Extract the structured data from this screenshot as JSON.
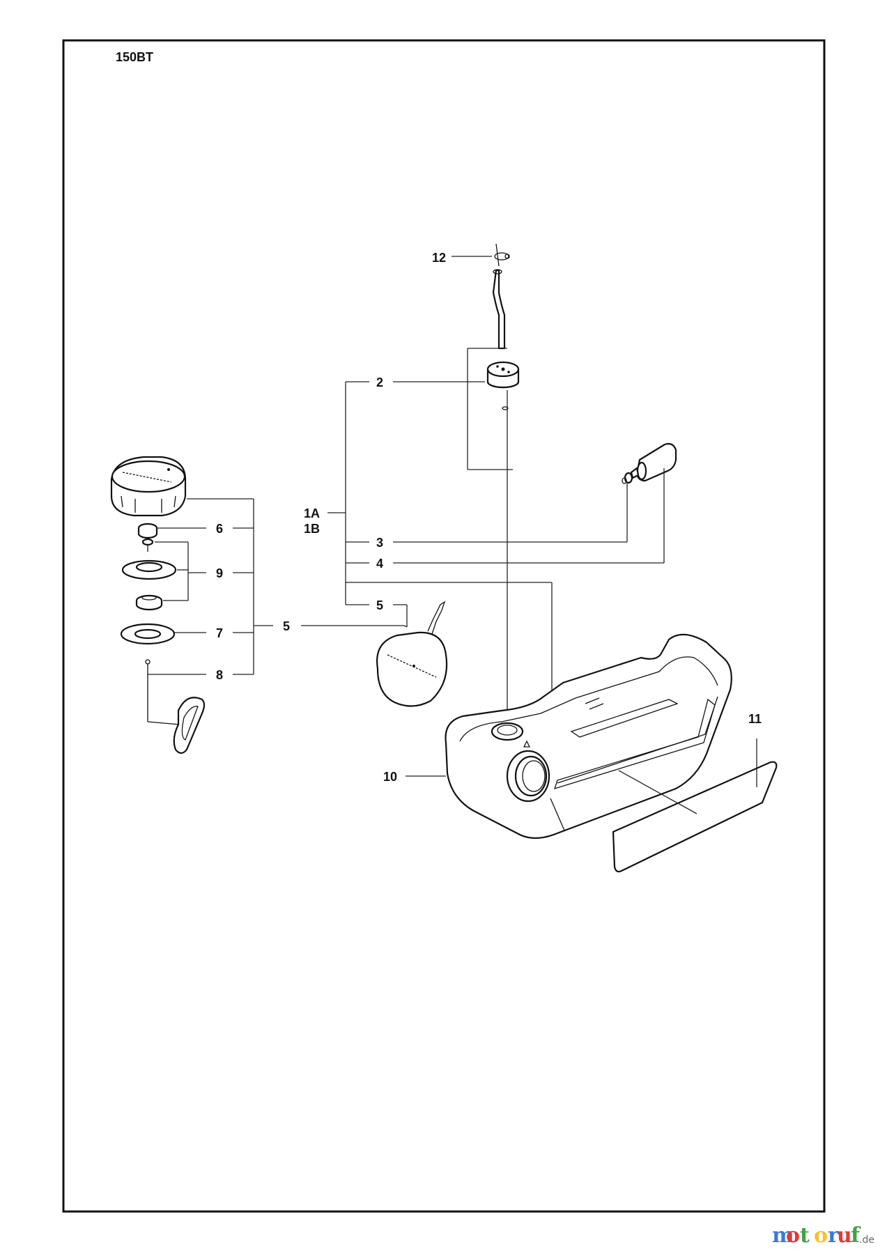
{
  "model": "150BT",
  "labels": {
    "l12": "12",
    "l2": "2",
    "l1a": "1A",
    "l1b": "1B",
    "l3": "3",
    "l4": "4",
    "l5_center": "5",
    "l6": "6",
    "l9": "9",
    "l5_left": "5",
    "l7": "7",
    "l8": "8",
    "l10": "10",
    "l11": "11"
  },
  "watermark": {
    "letters": [
      "m",
      "o",
      "t",
      "o",
      "r",
      "u",
      "f"
    ],
    "colors": [
      "#3a7bd5",
      "#e53935",
      "#43a047",
      "#fbc02d",
      "#3a7bd5",
      "#e53935",
      "#43a047"
    ],
    "suffix": ".de"
  }
}
